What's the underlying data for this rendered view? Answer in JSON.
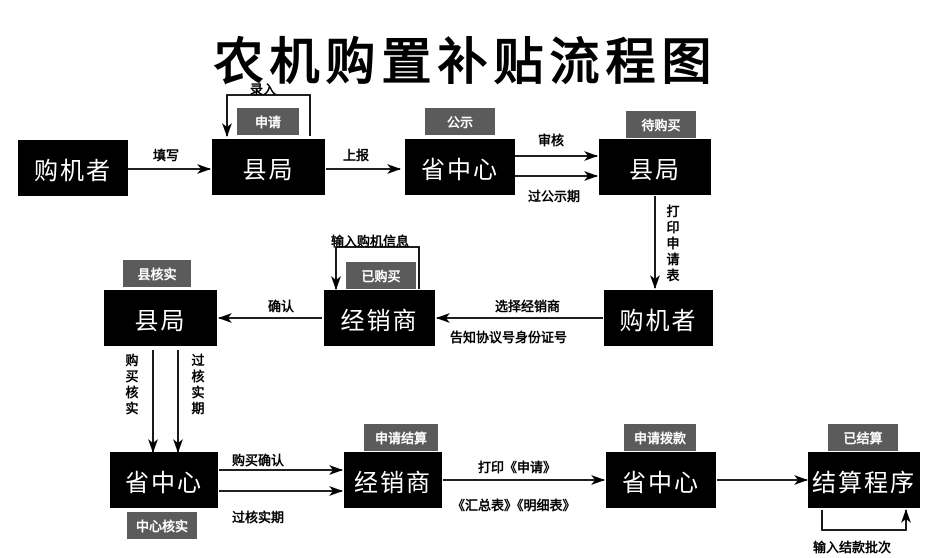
{
  "title": "农机购置补贴流程图",
  "nodes": {
    "buyer_1": "购机者",
    "county_1": "县局",
    "province_1": "省中心",
    "county_2": "县局",
    "buyer_2": "购机者",
    "dealer_1": "经销商",
    "county_3": "县局",
    "province_2": "省中心",
    "dealer_2": "经销商",
    "province_3": "省中心",
    "settlement": "结算程序"
  },
  "tags": {
    "apply": "申请",
    "publicize": "公示",
    "pending_purchase": "待购买",
    "purchased": "已购买",
    "county_verify": "县核实",
    "apply_settlement": "申请结算",
    "apply_allocation": "申请拨款",
    "settled": "已结算",
    "center_verify": "中心核实"
  },
  "edges": {
    "fill": "填写",
    "entry": "录入",
    "report": "上报",
    "review": "审核",
    "after_publicity": "过公示期",
    "print_form": "打印申请表",
    "select_dealer": "选择经销商",
    "inform_id": "告知协议号身份证号",
    "input_info": "输入购机信息",
    "confirm": "确认",
    "purchase_verify": "购买核实",
    "after_verify": "过核实期",
    "purchase_confirm": "购买确认",
    "after_verify_2": "过核实期",
    "print_apply": "打印《申请》",
    "summary_detail": "《汇总表》《明细表》",
    "input_batch": "输入结款批次"
  }
}
